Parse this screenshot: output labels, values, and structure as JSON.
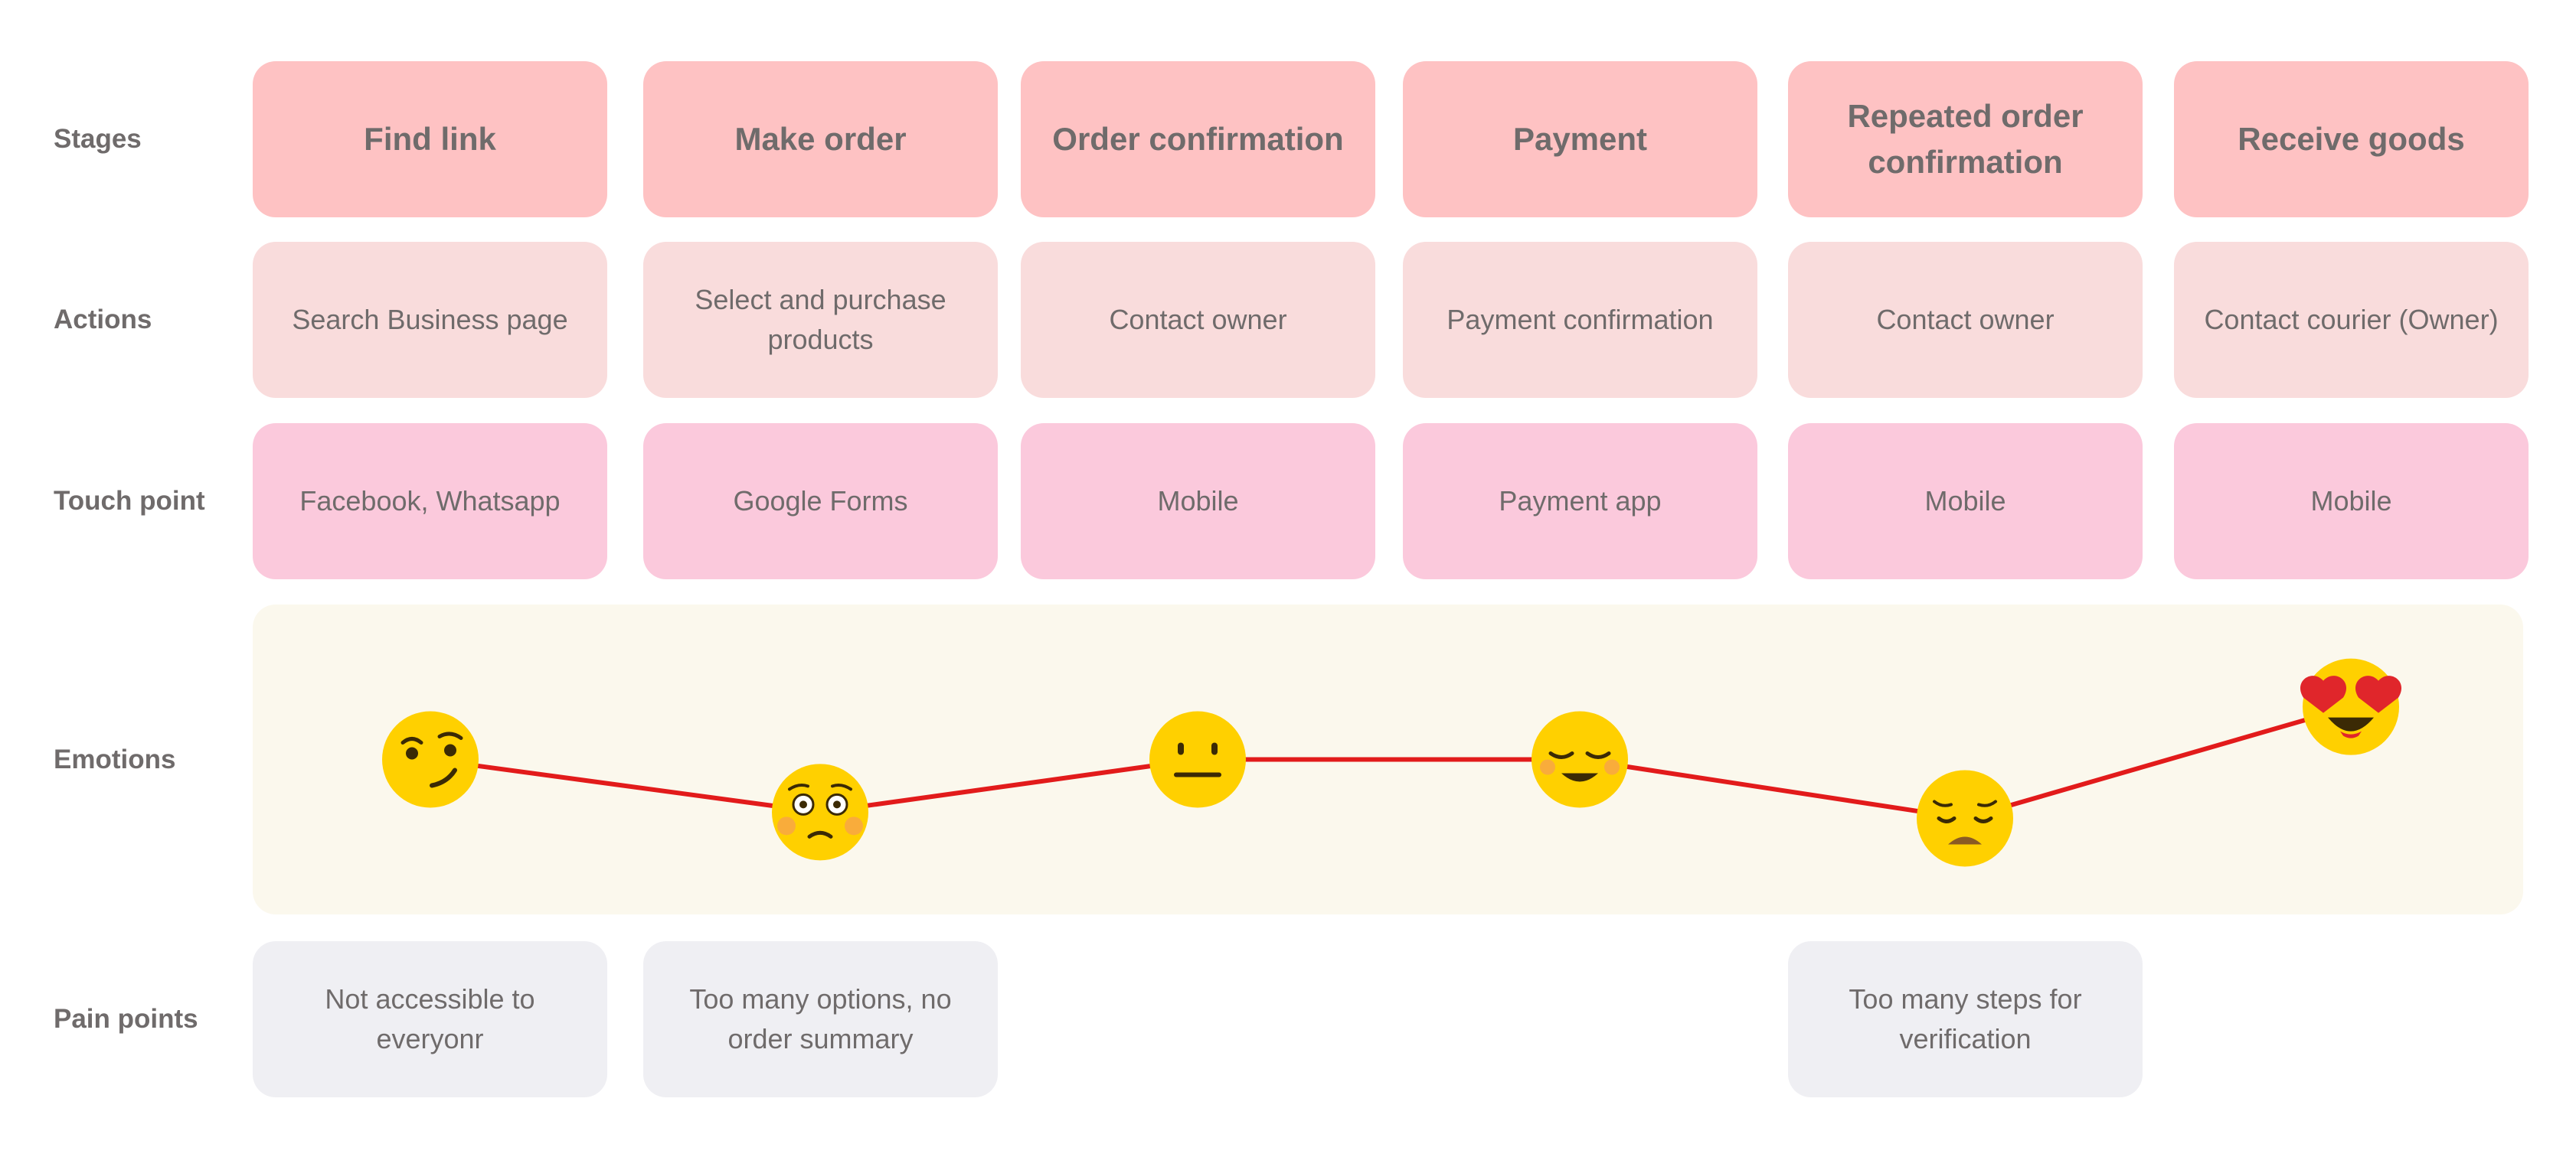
{
  "row_labels": {
    "stages": "Stages",
    "actions": "Actions",
    "touch_point": "Touch point",
    "emotions": "Emotions",
    "pain_points": "Pain points"
  },
  "stages": [
    "Find link",
    "Make order",
    "Order confirmation",
    "Payment",
    "Repeated order confirmation",
    "Receive goods"
  ],
  "actions": [
    "Search Business page",
    "Select and purchase products",
    "Contact owner",
    "Payment confirmation",
    "Contact owner",
    "Contact courier (Owner)"
  ],
  "touch_points": [
    "Facebook, Whatsapp",
    "Google Forms",
    "Mobile",
    "Payment app",
    "Mobile",
    "Mobile"
  ],
  "emotions": [
    {
      "face": "smirk-emoji",
      "level": 0.5
    },
    {
      "face": "worried-emoji",
      "level": 0.33
    },
    {
      "face": "neutral-emoji",
      "level": 0.5
    },
    {
      "face": "content-emoji",
      "level": 0.5
    },
    {
      "face": "sad-emoji",
      "level": 0.31
    },
    {
      "face": "heart-eyes-emoji",
      "level": 0.67
    }
  ],
  "pain_points": [
    "Not accessible to everyonr",
    "Too many options, no order summary",
    "",
    "",
    "Too many steps for verification",
    ""
  ],
  "colors": {
    "stage": "#fec2c3",
    "action": "#f9dcdc",
    "touch": "#fbc9dc",
    "pain": "#efeff3",
    "emotion_band": "#fbf8ed",
    "line": "#e21b1b",
    "face": "#ffd000",
    "label_text": "#6f6b6b"
  }
}
